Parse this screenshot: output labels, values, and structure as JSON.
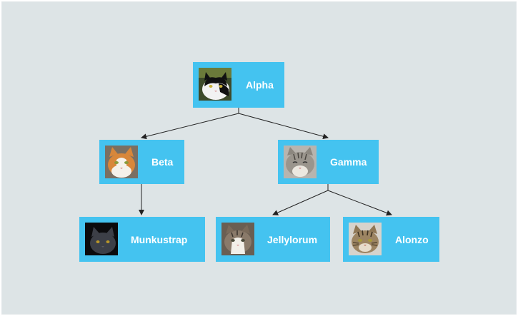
{
  "diagram": {
    "nodes": [
      {
        "id": "alpha",
        "label": "Alpha",
        "photo": "black-and-white-cat-photo"
      },
      {
        "id": "beta",
        "label": "Beta",
        "photo": "orange-and-white-cat-photo"
      },
      {
        "id": "gamma",
        "label": "Gamma",
        "photo": "grey-tabby-cat-photo"
      },
      {
        "id": "munk",
        "label": "Munkustrap",
        "photo": "grey-cat-photo"
      },
      {
        "id": "jelly",
        "label": "Jellylorum",
        "photo": "tabby-and-white-cat-photo"
      },
      {
        "id": "alonzo",
        "label": "Alonzo",
        "photo": "brown-tabby-cat-photo"
      }
    ],
    "edges": [
      {
        "from": "alpha",
        "to": "beta"
      },
      {
        "from": "alpha",
        "to": "gamma"
      },
      {
        "from": "beta",
        "to": "munk"
      },
      {
        "from": "gamma",
        "to": "jelly"
      },
      {
        "from": "gamma",
        "to": "alonzo"
      }
    ],
    "colors": {
      "background": "#dde4e6",
      "node_fill": "#44c3f0",
      "label_text": "#ffffff",
      "connector": "#222222"
    }
  }
}
